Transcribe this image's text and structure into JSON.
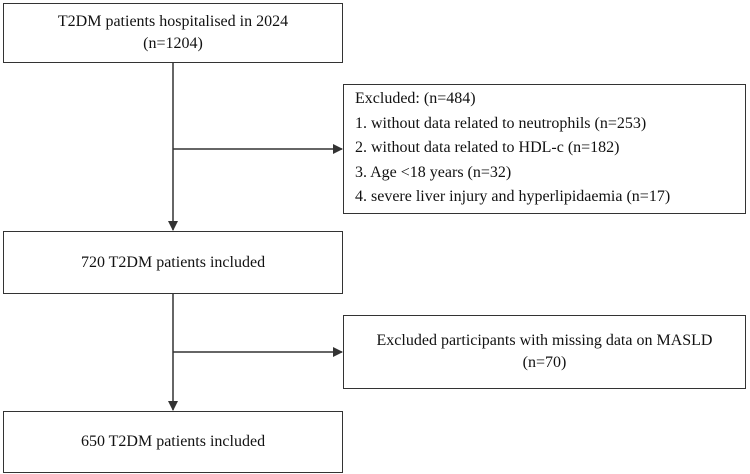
{
  "start": {
    "title": "T2DM patients hospitalised in 2024",
    "count": "(n=1204)"
  },
  "exclusion_1": {
    "heading": "Excluded: (n=484)",
    "reasons": [
      "1. without data related to neutrophils (n=253)",
      "2. without data related to HDL-c (n=182)",
      "3. Age <18 years (n=32)",
      "4. severe liver injury and hyperlipidaemia (n=17)"
    ]
  },
  "intermediate": {
    "title": "720 T2DM patients included"
  },
  "exclusion_2": {
    "title": "Excluded participants with missing data on MASLD",
    "count": "(n=70)"
  },
  "final": {
    "title": "650 T2DM patients included"
  },
  "colors": {
    "line": "#333333",
    "text": "#111111",
    "background": "#ffffff"
  }
}
